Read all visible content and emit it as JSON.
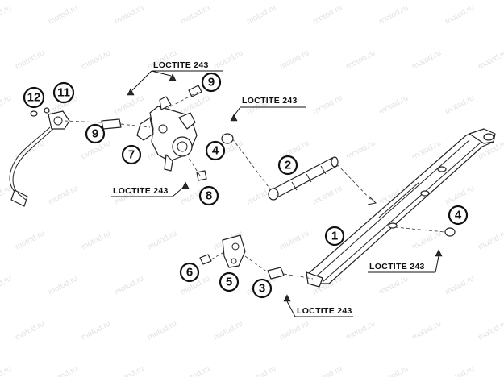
{
  "watermark": "motod.ru",
  "callouts": [
    {
      "id": "1",
      "label": "1"
    },
    {
      "id": "2",
      "label": "2"
    },
    {
      "id": "3",
      "label": "3"
    },
    {
      "id": "4a",
      "label": "4"
    },
    {
      "id": "4b",
      "label": "4"
    },
    {
      "id": "5",
      "label": "5"
    },
    {
      "id": "6",
      "label": "6"
    },
    {
      "id": "7",
      "label": "7"
    },
    {
      "id": "8",
      "label": "8"
    },
    {
      "id": "9a",
      "label": "9"
    },
    {
      "id": "9b",
      "label": "9"
    },
    {
      "id": "11",
      "label": "11"
    },
    {
      "id": "12",
      "label": "12"
    }
  ],
  "notes": [
    {
      "id": "n1",
      "text": "LOCTITE 243"
    },
    {
      "id": "n2",
      "text": "LOCTITE 243"
    },
    {
      "id": "n3",
      "text": "LOCTITE 243"
    },
    {
      "id": "n4",
      "text": "LOCTITE 243"
    },
    {
      "id": "n5",
      "text": "LOCTITE 243"
    }
  ]
}
